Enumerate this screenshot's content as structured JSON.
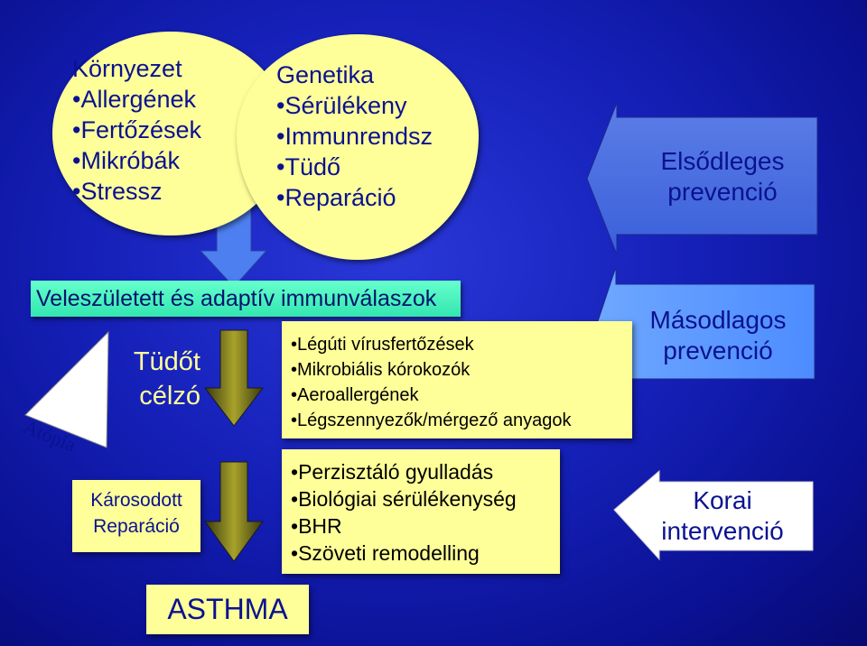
{
  "circle_left": {
    "title": "Környezet",
    "items": [
      "Allergének",
      "Fertőzések",
      "Mikróbák",
      "Stressz"
    ]
  },
  "circle_right": {
    "title": "Genetika",
    "items": [
      "Sérülékeny",
      "Immunrendsz",
      "Tüdő",
      "Reparáció"
    ]
  },
  "immune_bar": "Veleszületett és adaptív immunválaszok",
  "atopia": "Atópia",
  "lung_target": [
    "Tüdőt",
    "célzó"
  ],
  "damaged": [
    "Károsodott",
    "Reparáció"
  ],
  "asthma": "ASTHMA",
  "box_triggers": [
    "Légúti vírusfertőzések",
    "Mikrobiális kórokozók",
    "Aeroallergének",
    "Légszennyezők/mérgező anyagok"
  ],
  "box_outcomes": [
    "Perzisztáló gyulladás",
    "Biológiai sérülékenység",
    "BHR",
    "Szöveti remodelling"
  ],
  "primary_prevention": [
    "Elsődleges",
    "prevenció"
  ],
  "secondary_prevention": [
    "Másodlagos",
    "prevenció"
  ],
  "early_intervention": [
    "Korai",
    "intervenció"
  ]
}
